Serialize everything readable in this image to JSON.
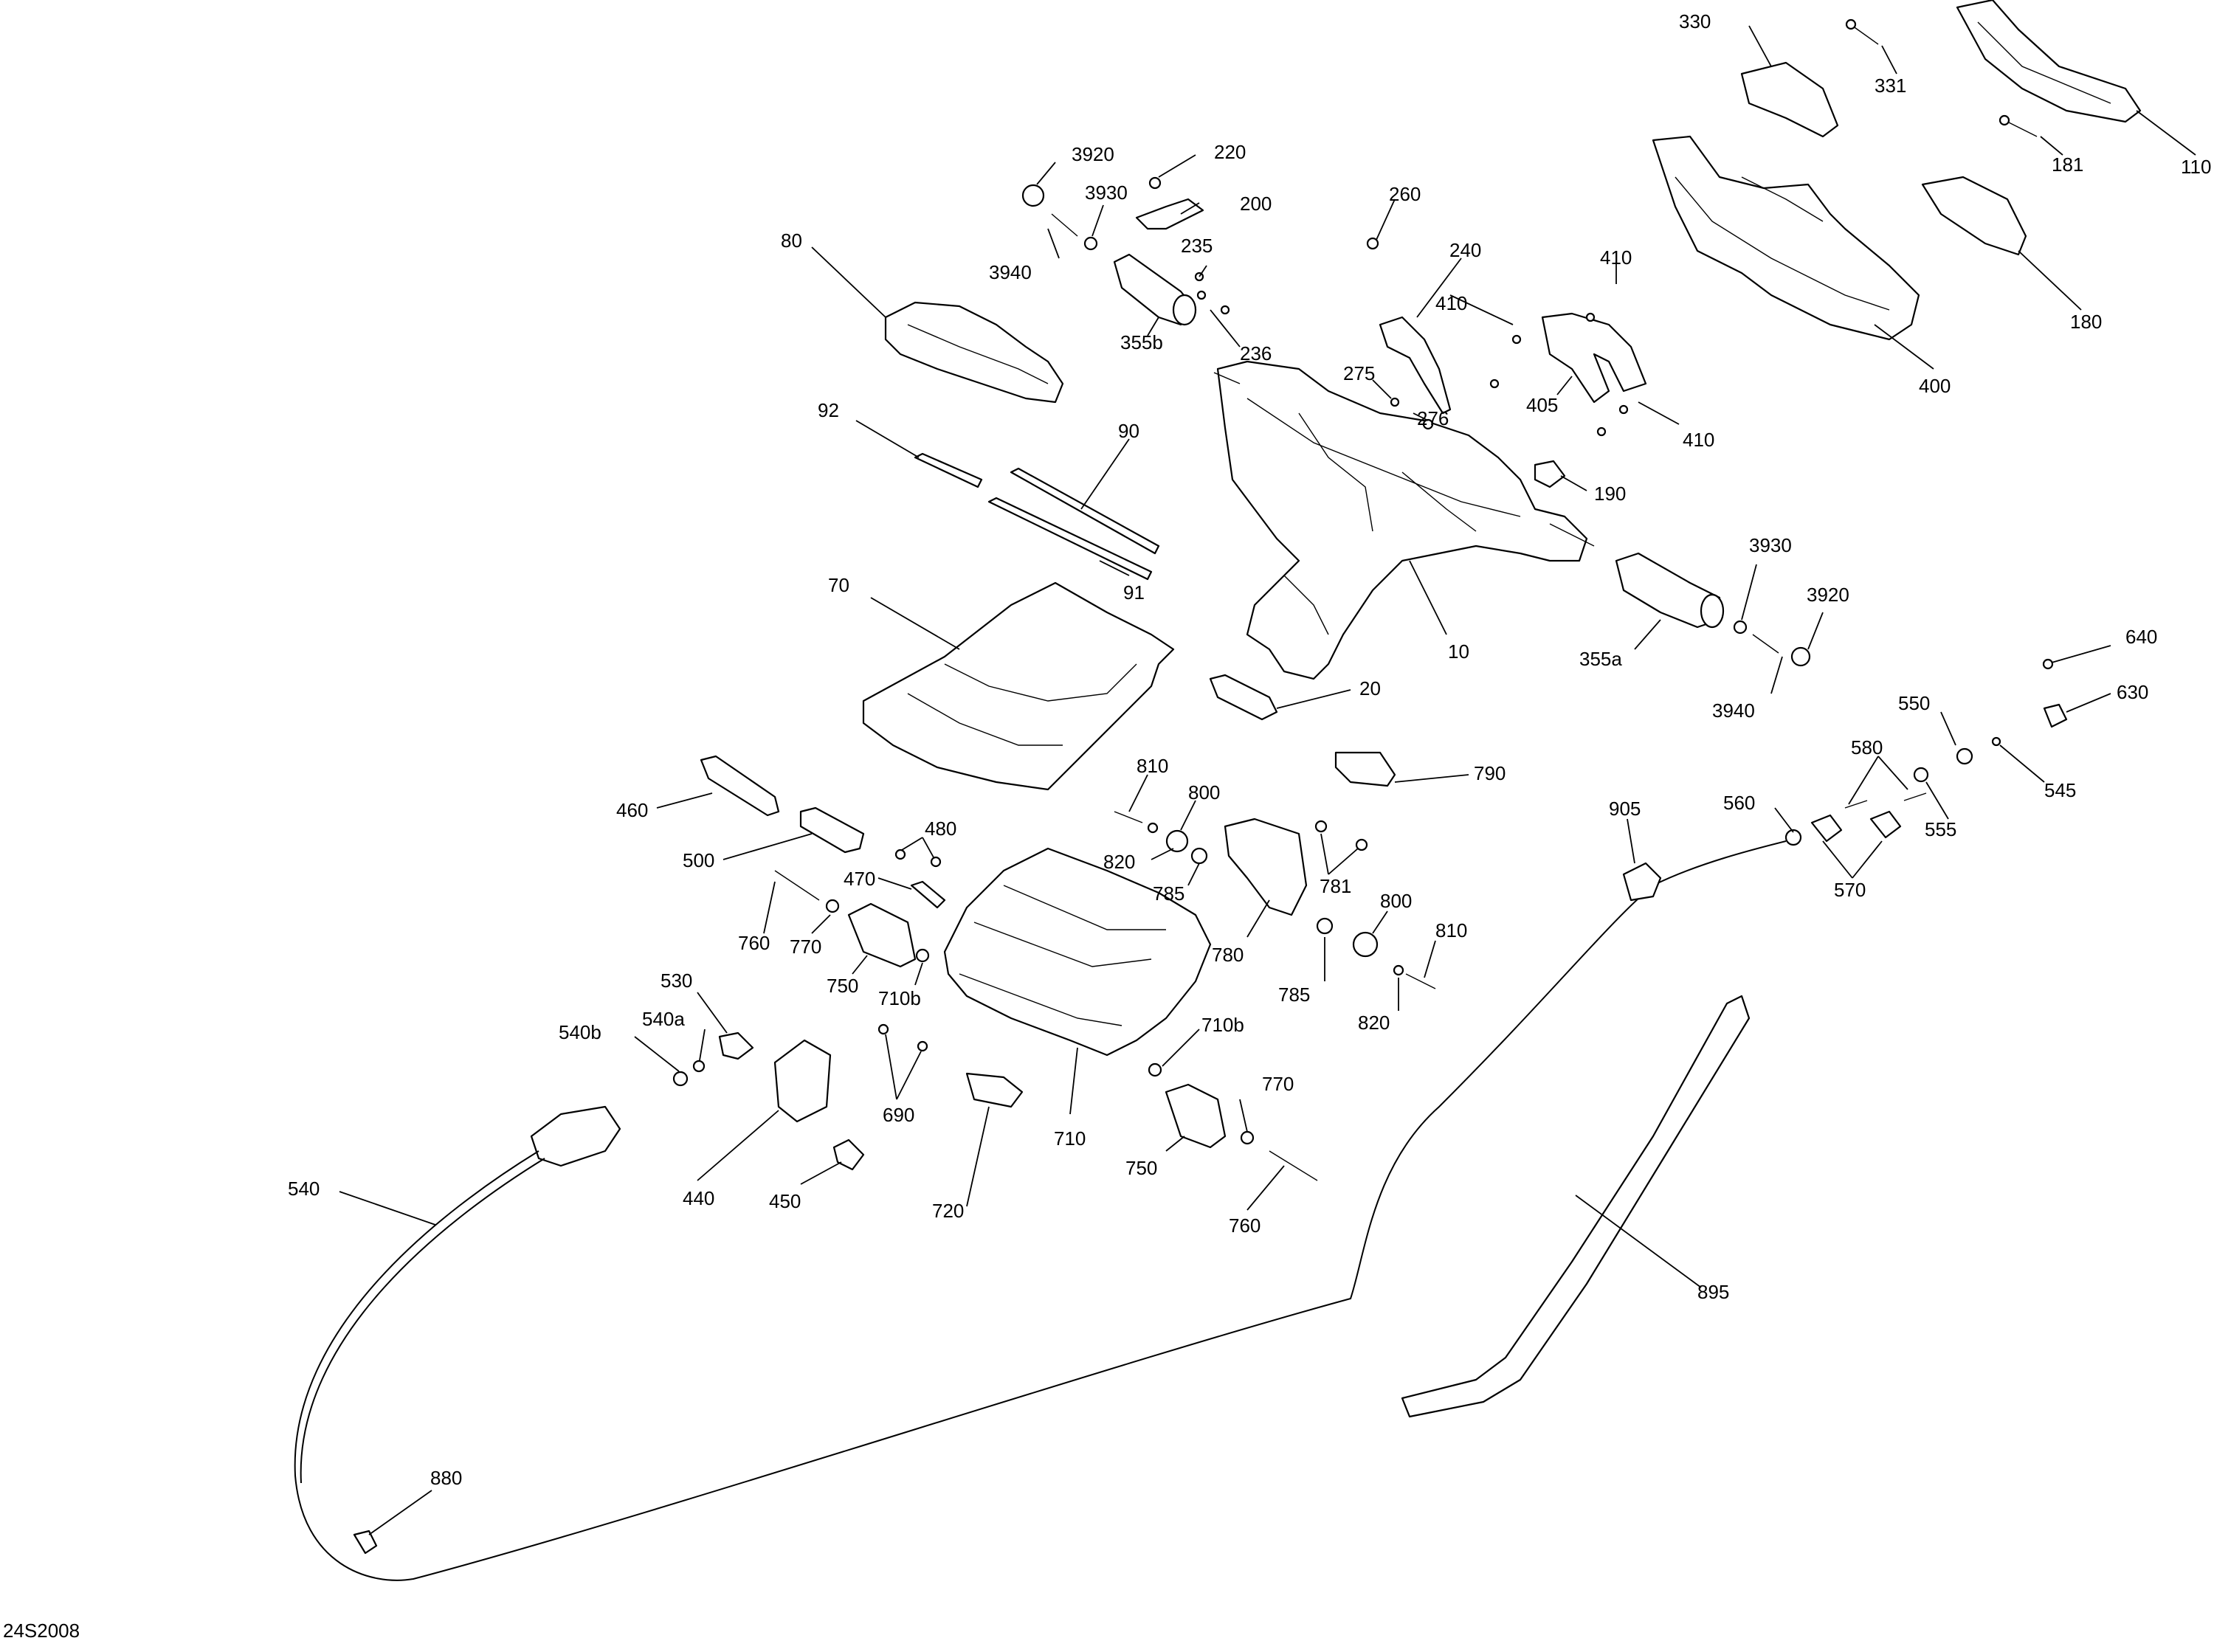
{
  "reference_code": "24S2008",
  "callouts": [
    {
      "id": "110",
      "label": "110"
    },
    {
      "id": "181",
      "label": "181"
    },
    {
      "id": "330",
      "label": "330"
    },
    {
      "id": "331",
      "label": "331"
    },
    {
      "id": "180",
      "label": "180"
    },
    {
      "id": "400",
      "label": "400"
    },
    {
      "id": "410a",
      "label": "410"
    },
    {
      "id": "410b",
      "label": "410"
    },
    {
      "id": "410c",
      "label": "410"
    },
    {
      "id": "405",
      "label": "405"
    },
    {
      "id": "3920a",
      "label": "3920"
    },
    {
      "id": "220",
      "label": "220"
    },
    {
      "id": "3930a",
      "label": "3930"
    },
    {
      "id": "200",
      "label": "200"
    },
    {
      "id": "80",
      "label": "80"
    },
    {
      "id": "3940a",
      "label": "3940"
    },
    {
      "id": "235",
      "label": "235"
    },
    {
      "id": "236",
      "label": "236"
    },
    {
      "id": "355b",
      "label": "355b"
    },
    {
      "id": "260",
      "label": "260"
    },
    {
      "id": "240",
      "label": "240"
    },
    {
      "id": "275",
      "label": "275"
    },
    {
      "id": "276",
      "label": "276"
    },
    {
      "id": "92",
      "label": "92"
    },
    {
      "id": "90",
      "label": "90"
    },
    {
      "id": "91",
      "label": "91"
    },
    {
      "id": "190",
      "label": "190"
    },
    {
      "id": "70",
      "label": "70"
    },
    {
      "id": "10",
      "label": "10"
    },
    {
      "id": "3930b",
      "label": "3930"
    },
    {
      "id": "3920b",
      "label": "3920"
    },
    {
      "id": "355a",
      "label": "355a"
    },
    {
      "id": "3940b",
      "label": "3940"
    },
    {
      "id": "20",
      "label": "20"
    },
    {
      "id": "640",
      "label": "640"
    },
    {
      "id": "630",
      "label": "630"
    },
    {
      "id": "550",
      "label": "550"
    },
    {
      "id": "545",
      "label": "545"
    },
    {
      "id": "580",
      "label": "580"
    },
    {
      "id": "555",
      "label": "555"
    },
    {
      "id": "560",
      "label": "560"
    },
    {
      "id": "570",
      "label": "570"
    },
    {
      "id": "905",
      "label": "905"
    },
    {
      "id": "810a",
      "label": "810"
    },
    {
      "id": "800a",
      "label": "800"
    },
    {
      "id": "820a",
      "label": "820"
    },
    {
      "id": "785a",
      "label": "785"
    },
    {
      "id": "790",
      "label": "790"
    },
    {
      "id": "781",
      "label": "781"
    },
    {
      "id": "780",
      "label": "780"
    },
    {
      "id": "800b",
      "label": "800"
    },
    {
      "id": "810b",
      "label": "810"
    },
    {
      "id": "785b",
      "label": "785"
    },
    {
      "id": "820b",
      "label": "820"
    },
    {
      "id": "460",
      "label": "460"
    },
    {
      "id": "480",
      "label": "480"
    },
    {
      "id": "500",
      "label": "500"
    },
    {
      "id": "470",
      "label": "470"
    },
    {
      "id": "760a",
      "label": "760"
    },
    {
      "id": "770a",
      "label": "770"
    },
    {
      "id": "750a",
      "label": "750"
    },
    {
      "id": "710b1",
      "label": "710b"
    },
    {
      "id": "530",
      "label": "530"
    },
    {
      "id": "540a",
      "label": "540a"
    },
    {
      "id": "540b",
      "label": "540b"
    },
    {
      "id": "690",
      "label": "690"
    },
    {
      "id": "710b2",
      "label": "710b"
    },
    {
      "id": "710",
      "label": "710"
    },
    {
      "id": "770b",
      "label": "770"
    },
    {
      "id": "750b",
      "label": "750"
    },
    {
      "id": "760b",
      "label": "760"
    },
    {
      "id": "540",
      "label": "540"
    },
    {
      "id": "440",
      "label": "440"
    },
    {
      "id": "450",
      "label": "450"
    },
    {
      "id": "720",
      "label": "720"
    },
    {
      "id": "895",
      "label": "895"
    },
    {
      "id": "880",
      "label": "880"
    }
  ]
}
